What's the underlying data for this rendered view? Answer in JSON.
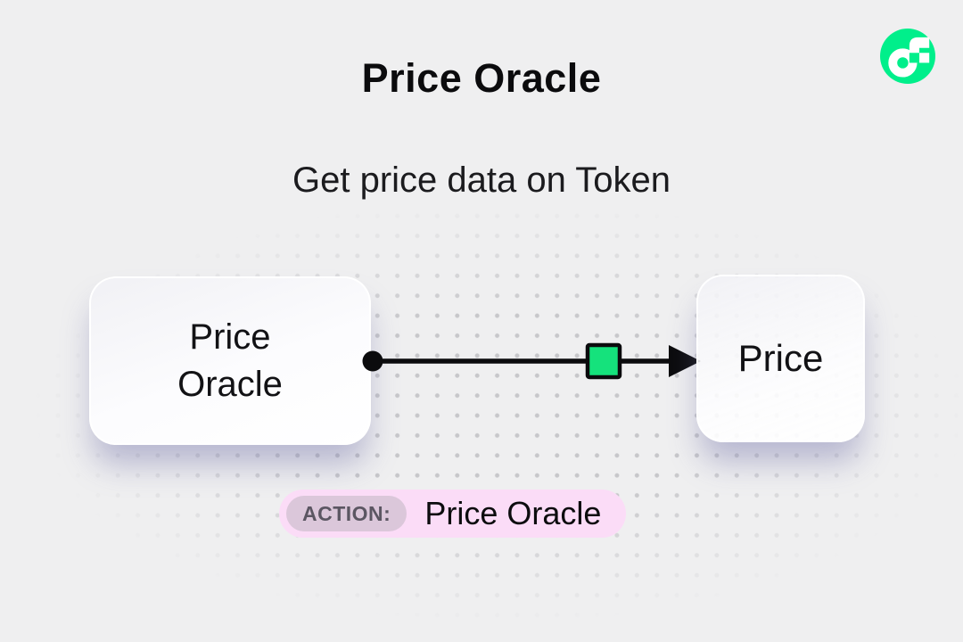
{
  "page": {
    "title": "Price Oracle",
    "subtitle": "Get price data on Token"
  },
  "brand": {
    "logo": "flow-logo",
    "logo_color": "#00EF8B"
  },
  "diagram": {
    "source_node": {
      "lines": [
        "Price",
        "Oracle"
      ]
    },
    "target_node": {
      "label": "Price"
    },
    "connector": {
      "style": "arrow",
      "line_color": "#0B0B0D",
      "marker_color": "#15E27C"
    }
  },
  "action_bar": {
    "badge_label": "ACTION:",
    "action_name": "Price Oracle",
    "pill_color": "#FBDCF7",
    "badge_color": "#DBC7DA"
  }
}
